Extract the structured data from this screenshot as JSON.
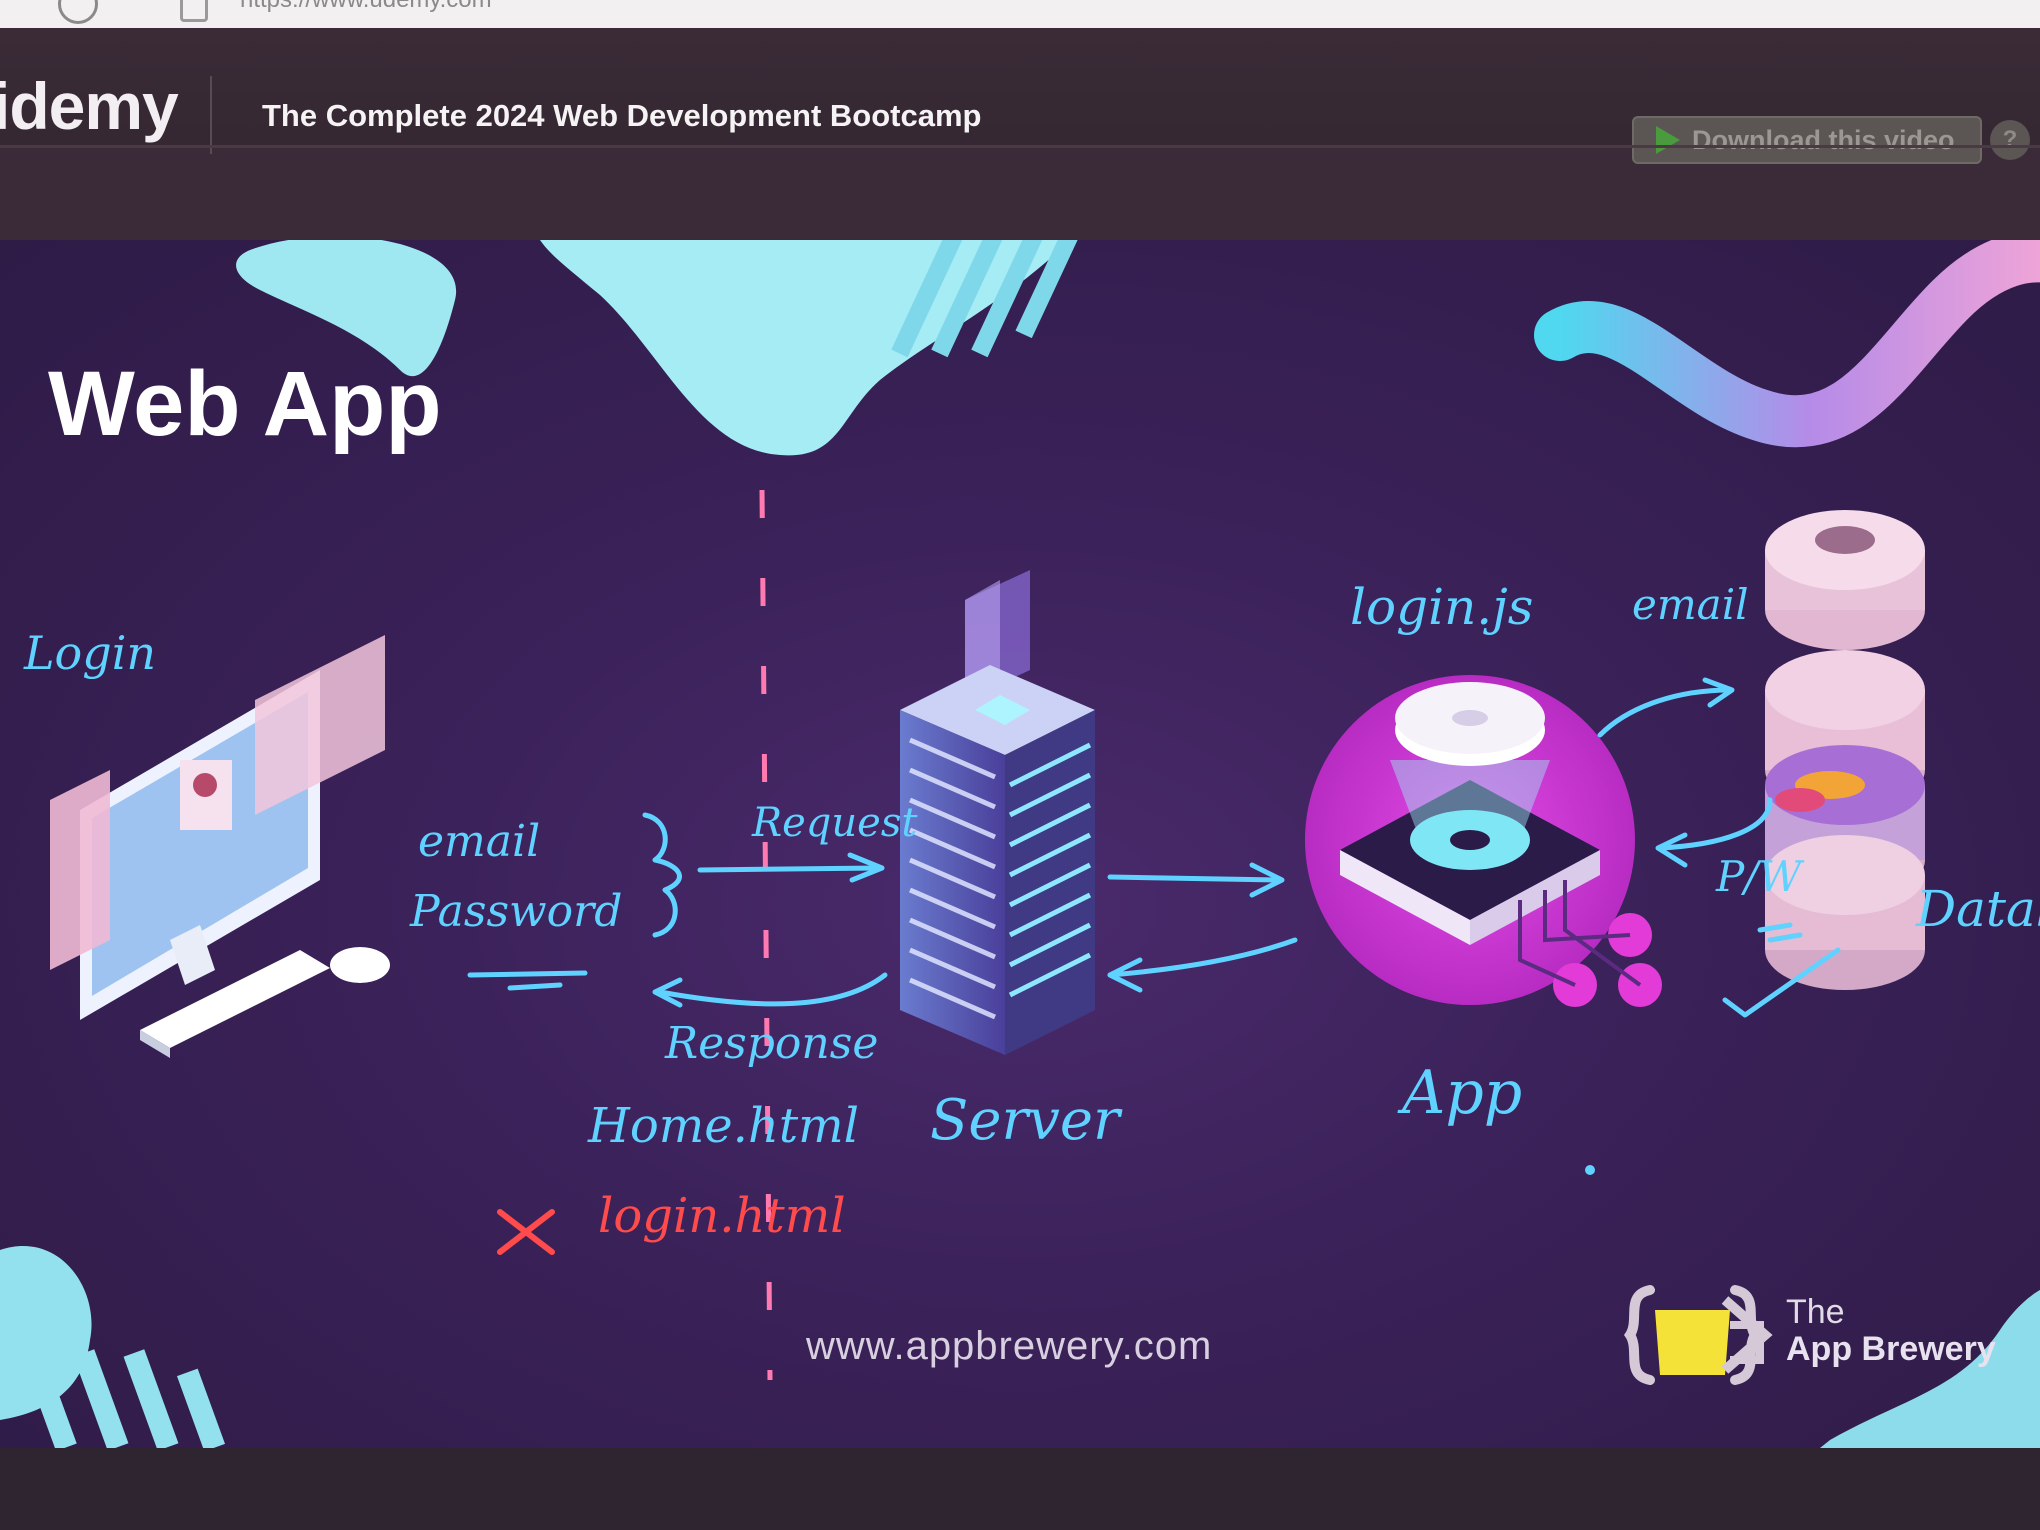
{
  "browser": {
    "url": "https://www.udemy.com"
  },
  "header": {
    "logo": "idemy",
    "course_title": "The Complete 2024 Web Development Bootcamp",
    "download_label": "Download this video",
    "help_label": "?"
  },
  "slide": {
    "title": "Web App",
    "website": "www.appbrewery.com",
    "brand_the": "The",
    "brand_name": "App Brewery",
    "labels": {
      "login": "Login",
      "email": "email",
      "password": "Password",
      "request": "Request",
      "response": "Response",
      "home_html": "Home.html",
      "x_mark": "×",
      "login_html": "login.html",
      "server": "Server",
      "login_js": "login.js",
      "email_right": "email",
      "app": "App",
      "pw": "P/W",
      "database": "Datab"
    }
  },
  "colors": {
    "accent_cyan": "#5fd2ff",
    "accent_magenta": "#d63ad8",
    "annotation_red": "#ff4b4b",
    "download_green": "#4a9b3e"
  }
}
